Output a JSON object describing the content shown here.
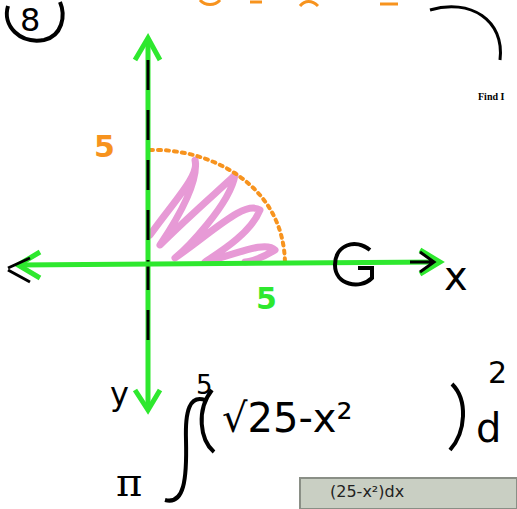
{
  "diagram": {
    "labels": [
      "8",
      "Find I",
      "5",
      "5",
      "x",
      "y",
      "π",
      "5",
      "√25-x²",
      "2",
      "d",
      "(25-x²)dx"
    ]
  }
}
